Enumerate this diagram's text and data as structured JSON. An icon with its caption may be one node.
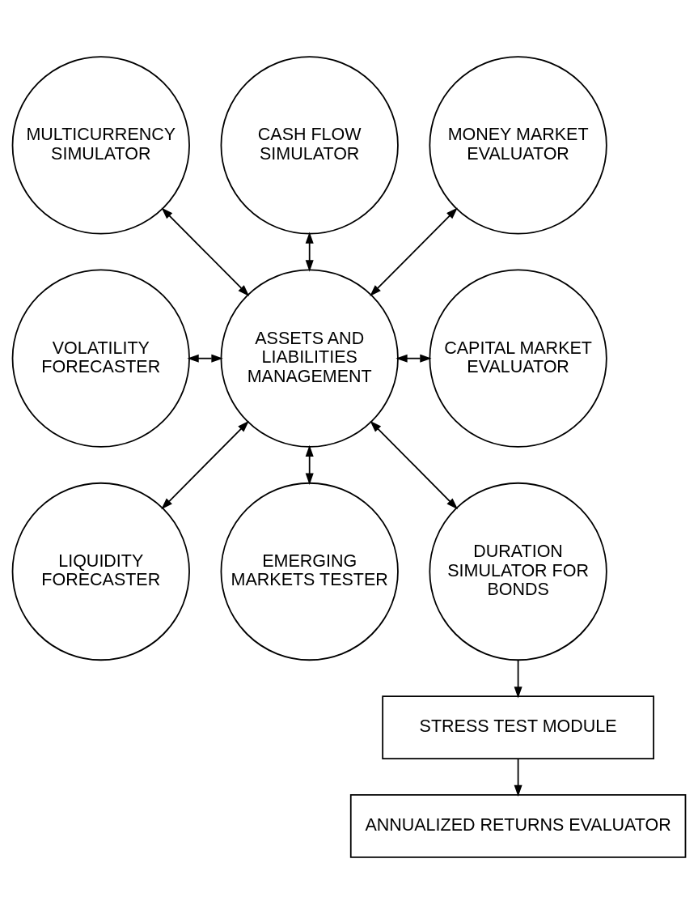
{
  "diagram": {
    "nodes": [
      {
        "text": [
          "MULTICURRENCY SIMULATOR"
        ]
      },
      {
        "text": [
          "CASH FLOW SIMULATOR"
        ]
      },
      {
        "text": [
          "MONEY MARKET EVALUATOR"
        ]
      },
      {
        "text": [
          "VOLATILITY FORECASTER"
        ]
      },
      {
        "text": [
          "ASSETS AND LIABILITIES MANAGEMENT"
        ]
      },
      {
        "text": [
          "CAPITAL MARKET EVALUATOR"
        ]
      },
      {
        "text": [
          "LIQUIDITY FORECASTER"
        ]
      },
      {
        "text": [
          "EMERGING MARKETS TESTER"
        ]
      },
      {
        "text": [
          "DURATION SIMULATOR FOR BONDS"
        ]
      },
      {
        "text": [
          "STRESS TEST MODULE"
        ]
      },
      {
        "text": [
          "ANNUALIZED RETURNS EVALUATOR"
        ]
      }
    ],
    "edges": [
      {
        "from": 1,
        "to": 4,
        "arrow": "both"
      },
      {
        "from": 0,
        "to": 4,
        "arrow": "both"
      },
      {
        "from": 2,
        "to": 4,
        "arrow": "both"
      },
      {
        "from": 3,
        "to": 4,
        "arrow": "both"
      },
      {
        "from": 4,
        "to": 5,
        "arrow": "both"
      },
      {
        "from": 4,
        "to": 6,
        "arrow": "both"
      },
      {
        "from": 4,
        "to": 8,
        "arrow": "both"
      },
      {
        "from": 4,
        "to": 7,
        "arrow": "both"
      },
      {
        "from": 8,
        "to": 9,
        "arrow": "to"
      },
      {
        "from": 9,
        "to": 10,
        "arrow": "to"
      }
    ]
  }
}
